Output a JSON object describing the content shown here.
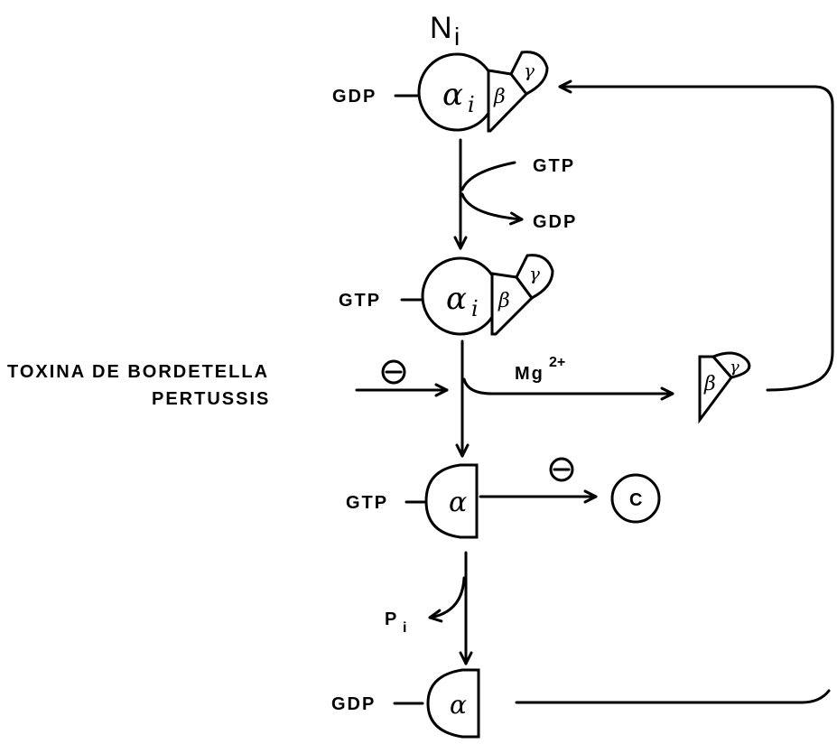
{
  "title": {
    "main": "N",
    "sub": "i"
  },
  "labels": {
    "gdp_top": "GDP",
    "gtp_in": "GTP",
    "gdp_out": "GDP",
    "gtp_second": "GTP",
    "toxin_line1": "TOXINA DE BORDETELLA",
    "toxin_line2": "PERTUSSIS",
    "inhibit_symbol": "⊖",
    "mg_base": "Mg",
    "mg_sup": "2+",
    "gtp_third": "GTP",
    "effector": "C",
    "pi_base": "P",
    "pi_sub": "i",
    "gdp_bottom": "GDP"
  },
  "subunits": {
    "alpha": "α",
    "alpha_sub": "i",
    "beta": "β",
    "gamma": "γ"
  }
}
